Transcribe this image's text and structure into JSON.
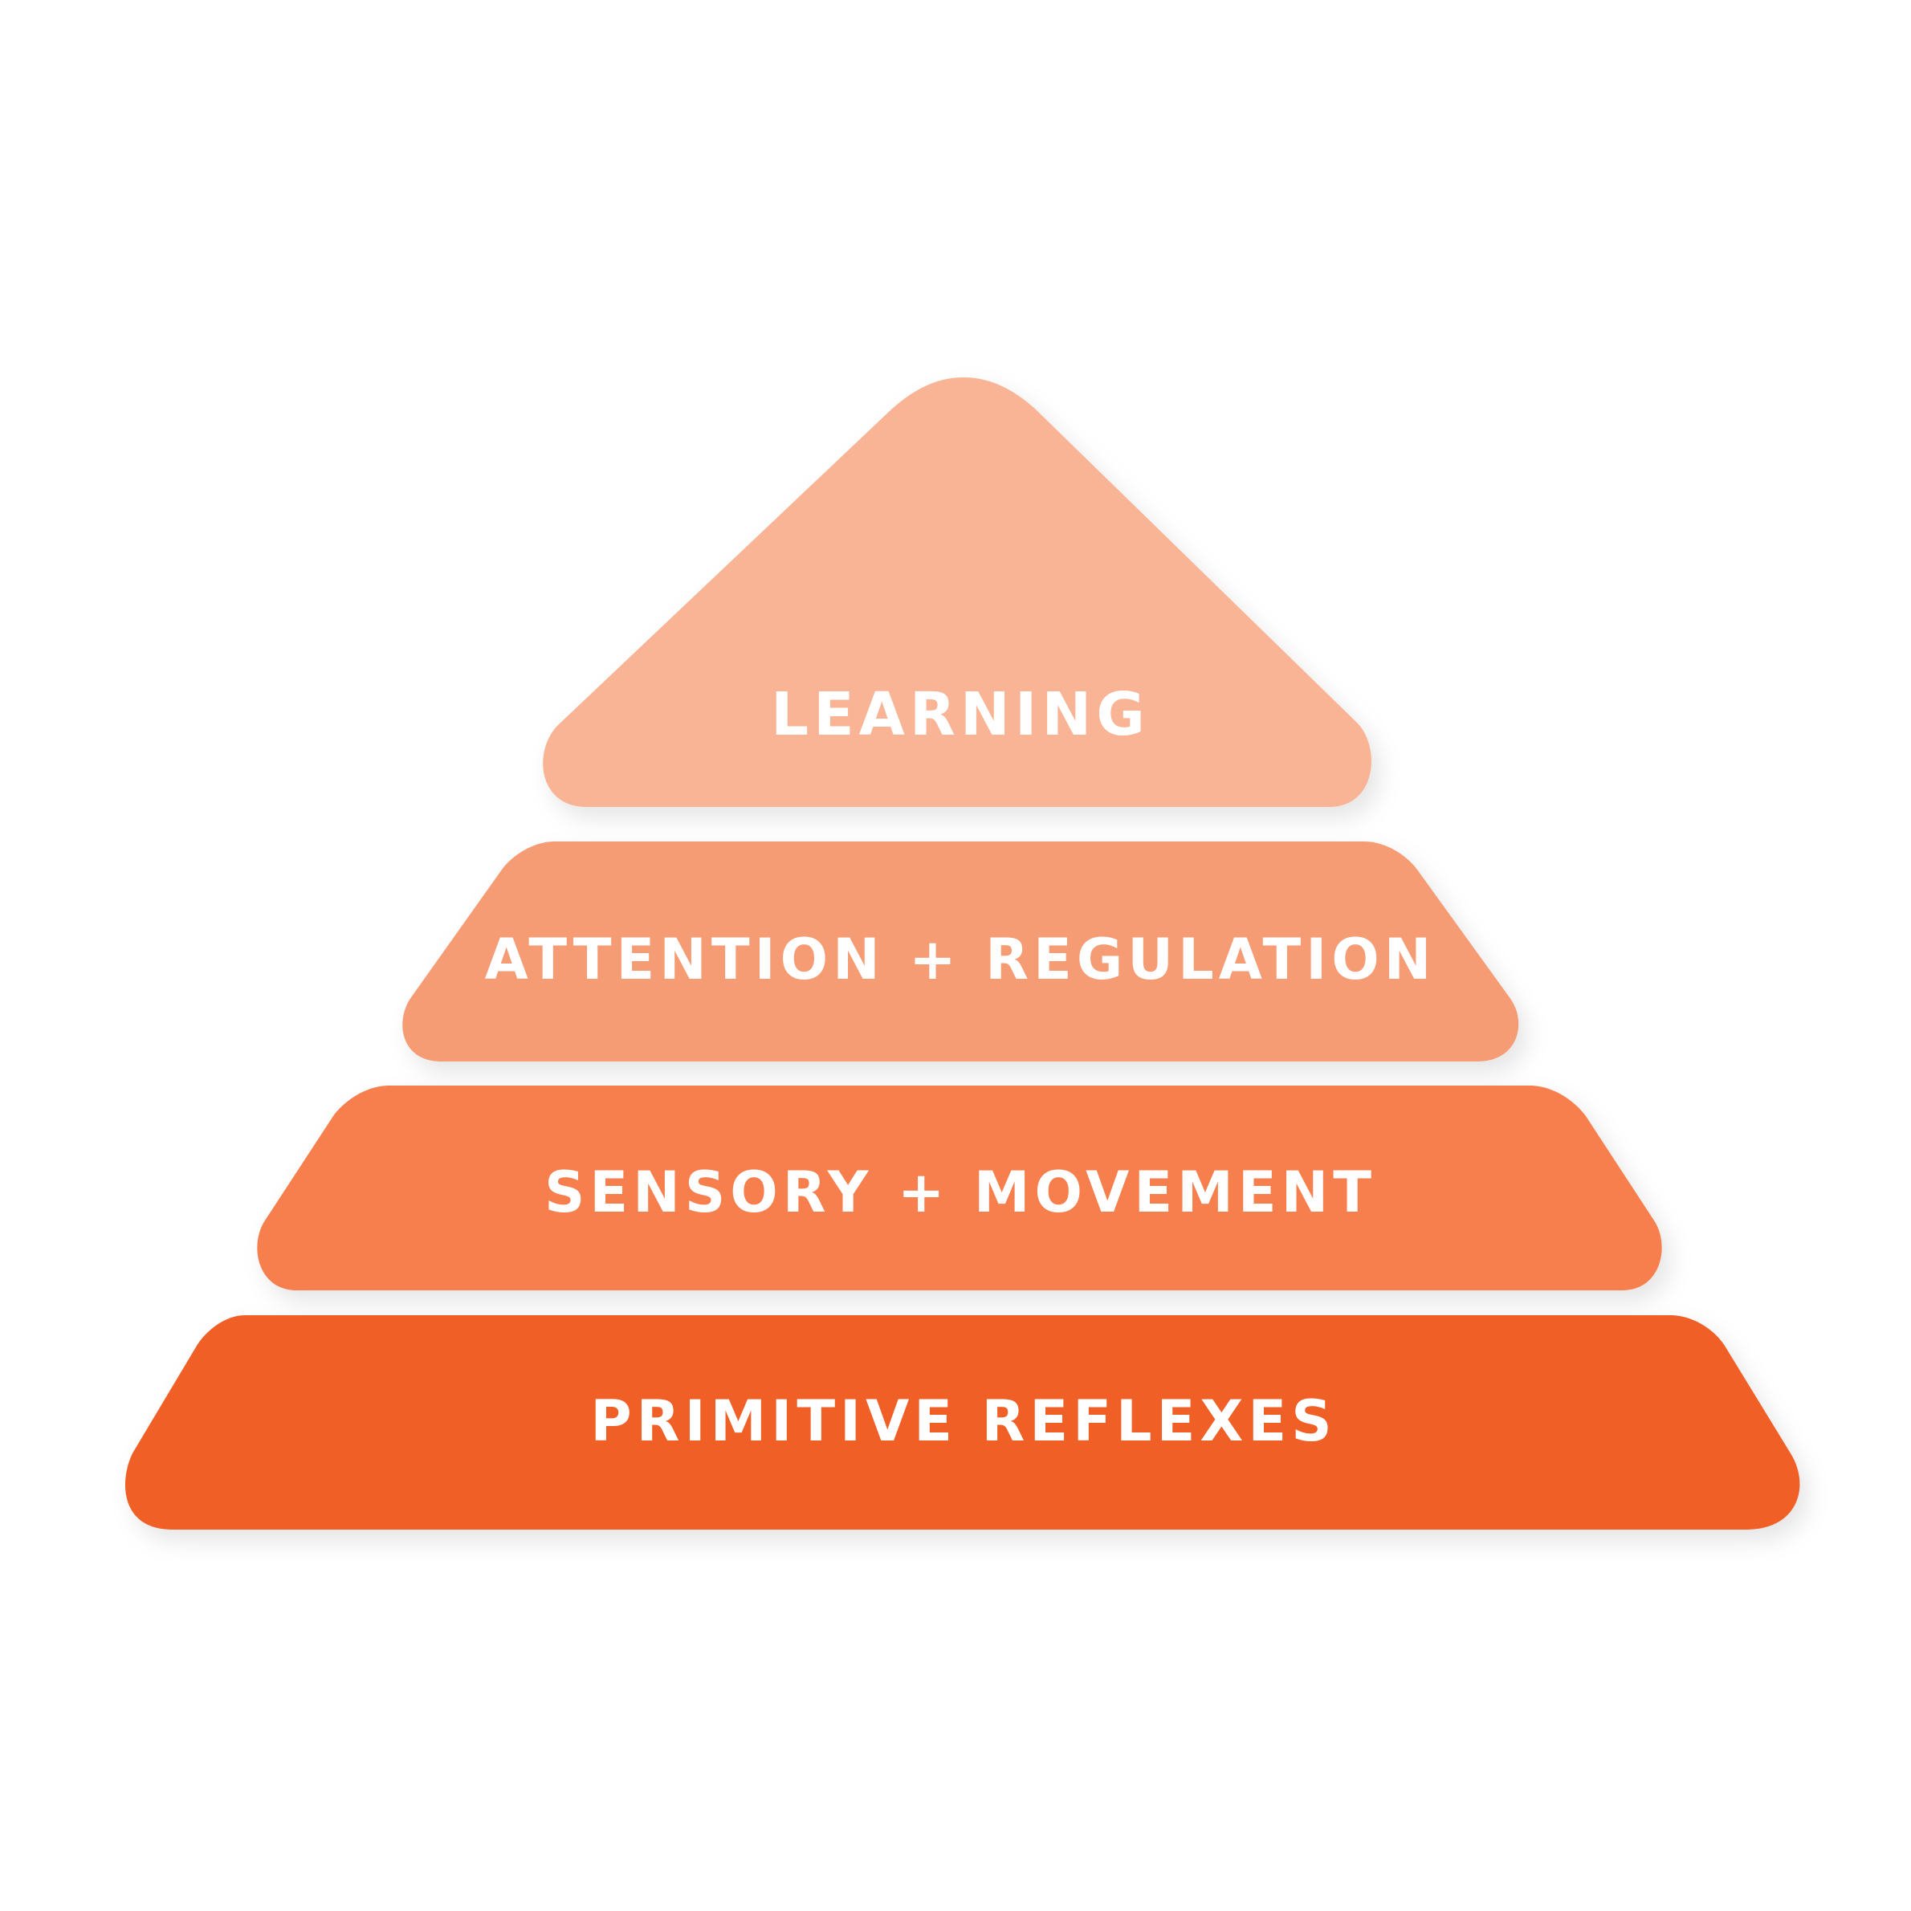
{
  "pyramid": {
    "tiers": [
      {
        "label": "LEARNING",
        "color": "#f8b495"
      },
      {
        "label": "ATTENTION + REGULATION",
        "color": "#f69c75"
      },
      {
        "label": "SENSORY + MOVEMENT",
        "color": "#f67f4e"
      },
      {
        "label": "PRIMITIVE REFLEXES",
        "color": "#f05e28"
      }
    ]
  }
}
